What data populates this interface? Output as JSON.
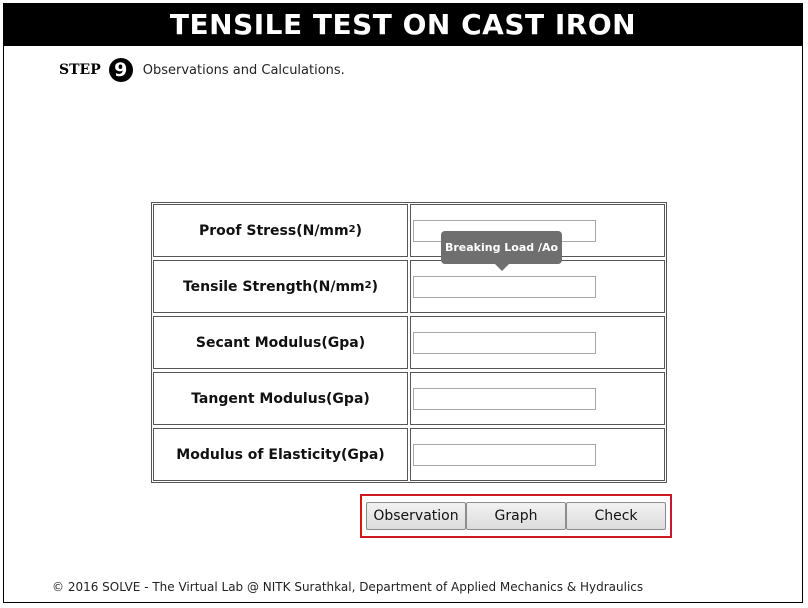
{
  "header": {
    "title": "TENSILE TEST ON CAST IRON"
  },
  "step": {
    "label": "STEP",
    "number": "9",
    "text": "Observations and Calculations."
  },
  "observations": {
    "rows": [
      {
        "label": "Proof Stress(N/mm",
        "sup": "2",
        "suffix": ")",
        "value": ""
      },
      {
        "label": "Tensile Strength(N/mm",
        "sup": "2",
        "suffix": ")",
        "value": ""
      },
      {
        "label": "Secant Modulus(Gpa)",
        "sup": "",
        "suffix": "",
        "value": ""
      },
      {
        "label": "Tangent Modulus(Gpa)",
        "sup": "",
        "suffix": "",
        "value": ""
      },
      {
        "label": "Modulus of Elasticity(Gpa)",
        "sup": "",
        "suffix": "",
        "value": ""
      }
    ]
  },
  "tooltip": {
    "text": "Breaking Load /Ao"
  },
  "buttons": {
    "observation": "Observation",
    "graph": "Graph",
    "check": "Check"
  },
  "footer": {
    "text": "© 2016 SOLVE - The Virtual Lab @ NITK Surathkal, Department of Applied Mechanics & Hydraulics"
  },
  "colors": {
    "header_bg": "#000000",
    "highlight_border": "#d0171c",
    "tooltip_bg": "#6f6f6f"
  }
}
